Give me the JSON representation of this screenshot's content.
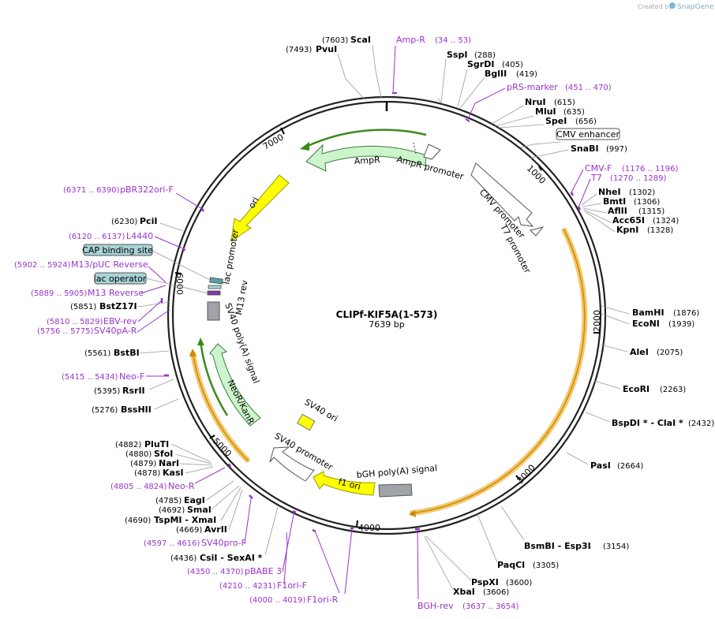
{
  "header": {
    "credit_text": "Created by",
    "brand": "SnapGene"
  },
  "plasmid": {
    "name": "CLIPf-KIF5A(1-573)",
    "size": "7639 bp"
  },
  "ticks": [
    "1000",
    "2000",
    "3000",
    "4000",
    "5000",
    "6000",
    "7000"
  ],
  "enzymes": [
    {
      "pos": "(7603)",
      "name": "ScaI"
    },
    {
      "pos": "(7493)",
      "name": "PvuI"
    },
    {
      "name": "SspI",
      "pos": "(288)"
    },
    {
      "name": "SgrDI",
      "pos": "(405)"
    },
    {
      "name": "BglII",
      "pos": "(419)"
    },
    {
      "name": "NruI",
      "pos": "(615)"
    },
    {
      "name": "MluI",
      "pos": "(635)"
    },
    {
      "name": "SpeI",
      "pos": "(656)"
    },
    {
      "name": "SnaBI",
      "pos": "(997)"
    },
    {
      "name": "NheI",
      "pos": "(1302)"
    },
    {
      "name": "BmtI",
      "pos": "(1306)"
    },
    {
      "name": "AflII",
      "pos": "(1315)"
    },
    {
      "name": "Acc65I",
      "pos": "(1324)"
    },
    {
      "name": "KpnI",
      "pos": "(1328)"
    },
    {
      "name": "BamHI",
      "pos": "(1876)"
    },
    {
      "name": "EcoNI",
      "pos": "(1939)"
    },
    {
      "name": "AleI",
      "pos": "(2075)"
    },
    {
      "name": "EcoRI",
      "pos": "(2263)"
    },
    {
      "name": "BspDI * - ClaI *",
      "pos": "(2432)"
    },
    {
      "name": "PasI",
      "pos": "(2664)"
    },
    {
      "name": "BsmBI - Esp3I",
      "pos": "(3154)"
    },
    {
      "name": "PaqCI",
      "pos": "(3305)"
    },
    {
      "name": "PspXI",
      "pos": "(3600)"
    },
    {
      "name": "XbaI",
      "pos": "(3606)"
    },
    {
      "pos": "(6230)",
      "name": "PciI"
    },
    {
      "pos": "(5851)",
      "name": "BstZ17I"
    },
    {
      "pos": "(5561)",
      "name": "BstBI"
    },
    {
      "pos": "(5395)",
      "name": "RsrII"
    },
    {
      "pos": "(5276)",
      "name": "BssHII"
    },
    {
      "pos": "(4882)",
      "name": "PluTI"
    },
    {
      "pos": "(4880)",
      "name": "SfoI"
    },
    {
      "pos": "(4879)",
      "name": "NarI"
    },
    {
      "pos": "(4878)",
      "name": "KasI"
    },
    {
      "pos": "(4785)",
      "name": "EagI"
    },
    {
      "pos": "(4692)",
      "name": "SmaI"
    },
    {
      "pos": "(4690)",
      "name": "TspMI - XmaI"
    },
    {
      "pos": "(4669)",
      "name": "AvrII"
    },
    {
      "pos": "(4436)",
      "name": "CsiI - SexAI *"
    }
  ],
  "primers": [
    {
      "name": "Amp-R",
      "range": "(34 .. 53)"
    },
    {
      "name": "pRS-marker",
      "range": "(451 .. 470)"
    },
    {
      "name": "CMV-F",
      "range": "(1176 .. 1196)"
    },
    {
      "name": "T7",
      "range": "(1270 .. 1289)"
    },
    {
      "range": "(6371 .. 6390)",
      "name": "pBR322ori-F"
    },
    {
      "range": "(6120 .. 6137)",
      "name": "L4440"
    },
    {
      "range": "(5902 .. 5924)",
      "name": "M13/pUC Reverse"
    },
    {
      "range": "(5889 .. 5905)",
      "name": "M13 Reverse"
    },
    {
      "range": "(5810 .. 5829)",
      "name": "EBV-rev"
    },
    {
      "range": "(5756 .. 5775)",
      "name": "SV40pA-R"
    },
    {
      "range": "(5415 .. 5434)",
      "name": "Neo-F"
    },
    {
      "range": "(4805 .. 4824)",
      "name": "Neo-R"
    },
    {
      "range": "(4597 .. 4616)",
      "name": "SV40pro-F"
    },
    {
      "range": "(4350 .. 4370)",
      "name": "pBABE 3'"
    },
    {
      "range": "(4210 .. 4231)",
      "name": "F1ori-F"
    },
    {
      "range": "(4000 .. 4019)",
      "name": "F1ori-R"
    },
    {
      "name": "BGH-rev",
      "range": "(3637 .. 3654)"
    }
  ],
  "boxed_features": [
    "CMV enhancer",
    "CAP binding site",
    "lac operator"
  ],
  "features": {
    "ampr": "AmpR",
    "ampr_promoter": "AmpR promoter",
    "cmv_promoter": "CMV promoter",
    "t7_promoter": "T7 promoter",
    "ori": "ori",
    "lac_promoter": "lac promoter",
    "m13_rev": "M13 rev",
    "sv40_polya": "SV40 poly(A) signal",
    "neor": "NeoR/KanR",
    "sv40_ori": "SV40 ori",
    "sv40_promoter": "SV40 promoter",
    "f1_ori": "f1 ori",
    "bgh_polya": "bGH poly(A) signal"
  },
  "colors": {
    "backbone": "#222222",
    "primer": "#9933cc",
    "ampr_fill": "#ccf5cc",
    "ori_fill": "#ffff00",
    "orf_highlight": "#f5c86e",
    "orf_line": "#cc8800",
    "lac_box": "#a9d3d6",
    "polya_fill": "#a0a4a8"
  }
}
